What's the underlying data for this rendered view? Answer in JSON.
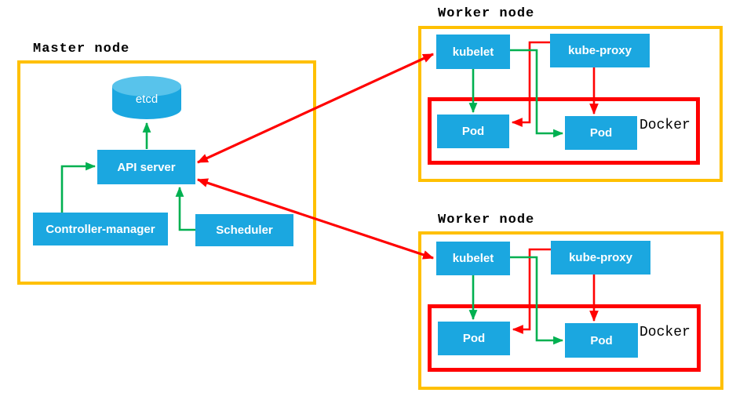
{
  "master": {
    "title": "Master node",
    "etcd": "etcd",
    "api_server": "API server",
    "controller_manager": "Controller-manager",
    "scheduler": "Scheduler"
  },
  "workers": [
    {
      "title": "Worker node",
      "kubelet": "kubelet",
      "kube_proxy": "kube-proxy",
      "docker": "Docker",
      "pod_left": "Pod",
      "pod_right": "Pod"
    },
    {
      "title": "Worker node",
      "kubelet": "kubelet",
      "kube_proxy": "kube-proxy",
      "docker": "Docker",
      "pod_left": "Pod",
      "pod_right": "Pod"
    }
  ],
  "colors": {
    "component_blue": "#1BA7E0",
    "cylinder_top_blue": "#58C3EB",
    "node_border_yellow": "#FFC000",
    "docker_border_red": "#FF0000",
    "arrow_green": "#00B050",
    "arrow_red": "#FF0000",
    "label_text": "#FFFFFF",
    "title_text": "#000000"
  }
}
